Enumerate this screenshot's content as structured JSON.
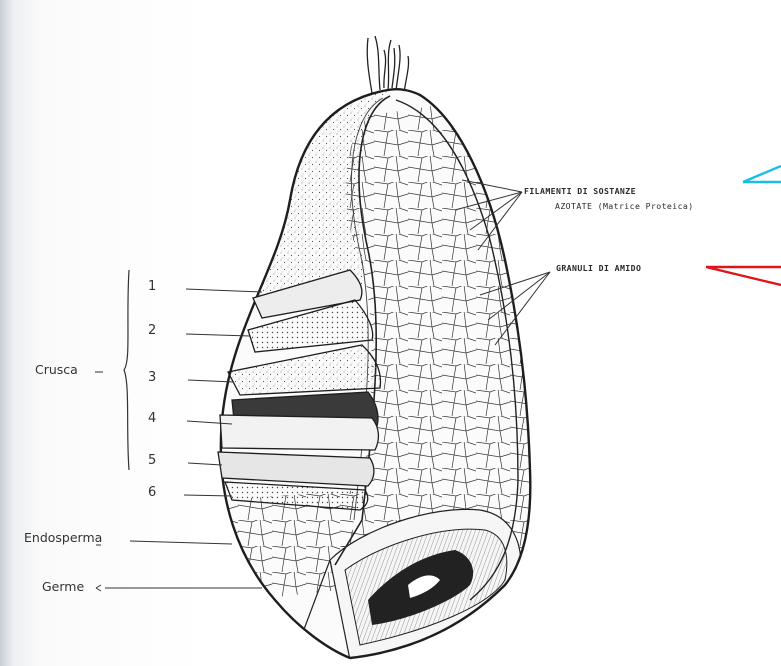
{
  "diagram": {
    "labels": {
      "filamenti_line1": "FILAMENTI DI SOSTANZE",
      "filamenti_line2": "AZOTATE (Matrice Proteica)",
      "granuli": "GRANULI DI AMIDO",
      "crusca": "Crusca",
      "endosperma": "Endosperma",
      "germe": "Germe"
    },
    "layers": [
      "1",
      "2",
      "3",
      "4",
      "5",
      "6"
    ],
    "colors": {
      "ink": "#1e1e1e",
      "arrow_blue": "#19bde6",
      "arrow_red": "#e0151b"
    }
  }
}
